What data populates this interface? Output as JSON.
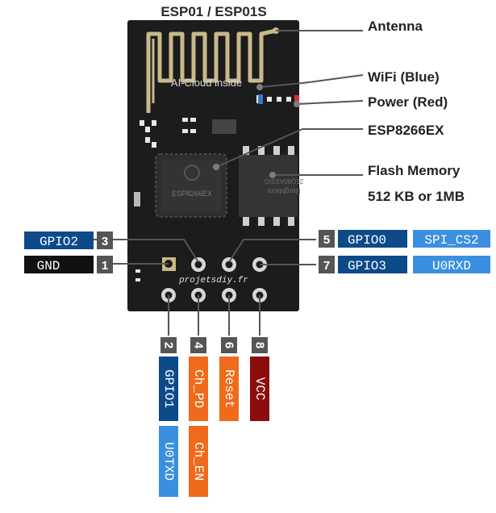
{
  "title": "ESP01 / ESP01S",
  "board": {
    "antenna_text": "AI-Cloud inside",
    "chip_label": "ESP8266EX",
    "flash_label_1": "BergMicro",
    "flash_label_2": "25Q80ASSIG",
    "watermark": "projetsdiy.fr"
  },
  "callouts": {
    "antenna": "Antenna",
    "wifi": "WiFi (Blue)",
    "power": "Power (Red)",
    "chip": "ESP8266EX",
    "flash": "Flash Memory",
    "flash_size": "512 KB or 1MB"
  },
  "pins": {
    "p1": {
      "num": "1",
      "name": "GND"
    },
    "p2": {
      "num": "2",
      "name": "GPIO1",
      "alt": "U0TXD"
    },
    "p3": {
      "num": "3",
      "name": "GPIO2"
    },
    "p4": {
      "num": "4",
      "name": "Ch_PD",
      "alt": "Ch_EN"
    },
    "p5": {
      "num": "5",
      "name": "GPIO0",
      "alt": "SPI_CS2"
    },
    "p6": {
      "num": "6",
      "name": "Reset"
    },
    "p7": {
      "num": "7",
      "name": "GPIO3",
      "alt": "U0RXD"
    },
    "p8": {
      "num": "8",
      "name": "VCC"
    }
  },
  "colors": {
    "board": "#1c1c1c",
    "trace": "#c9b98a",
    "gpio": "#0d4a8a",
    "alt": "#3b8fe0",
    "gnd": "#111111",
    "num": "#555555",
    "orange": "#ef6a1a",
    "vcc": "#8b0d0d",
    "led_blue": "#3a78c8",
    "led_red": "#d83030"
  }
}
